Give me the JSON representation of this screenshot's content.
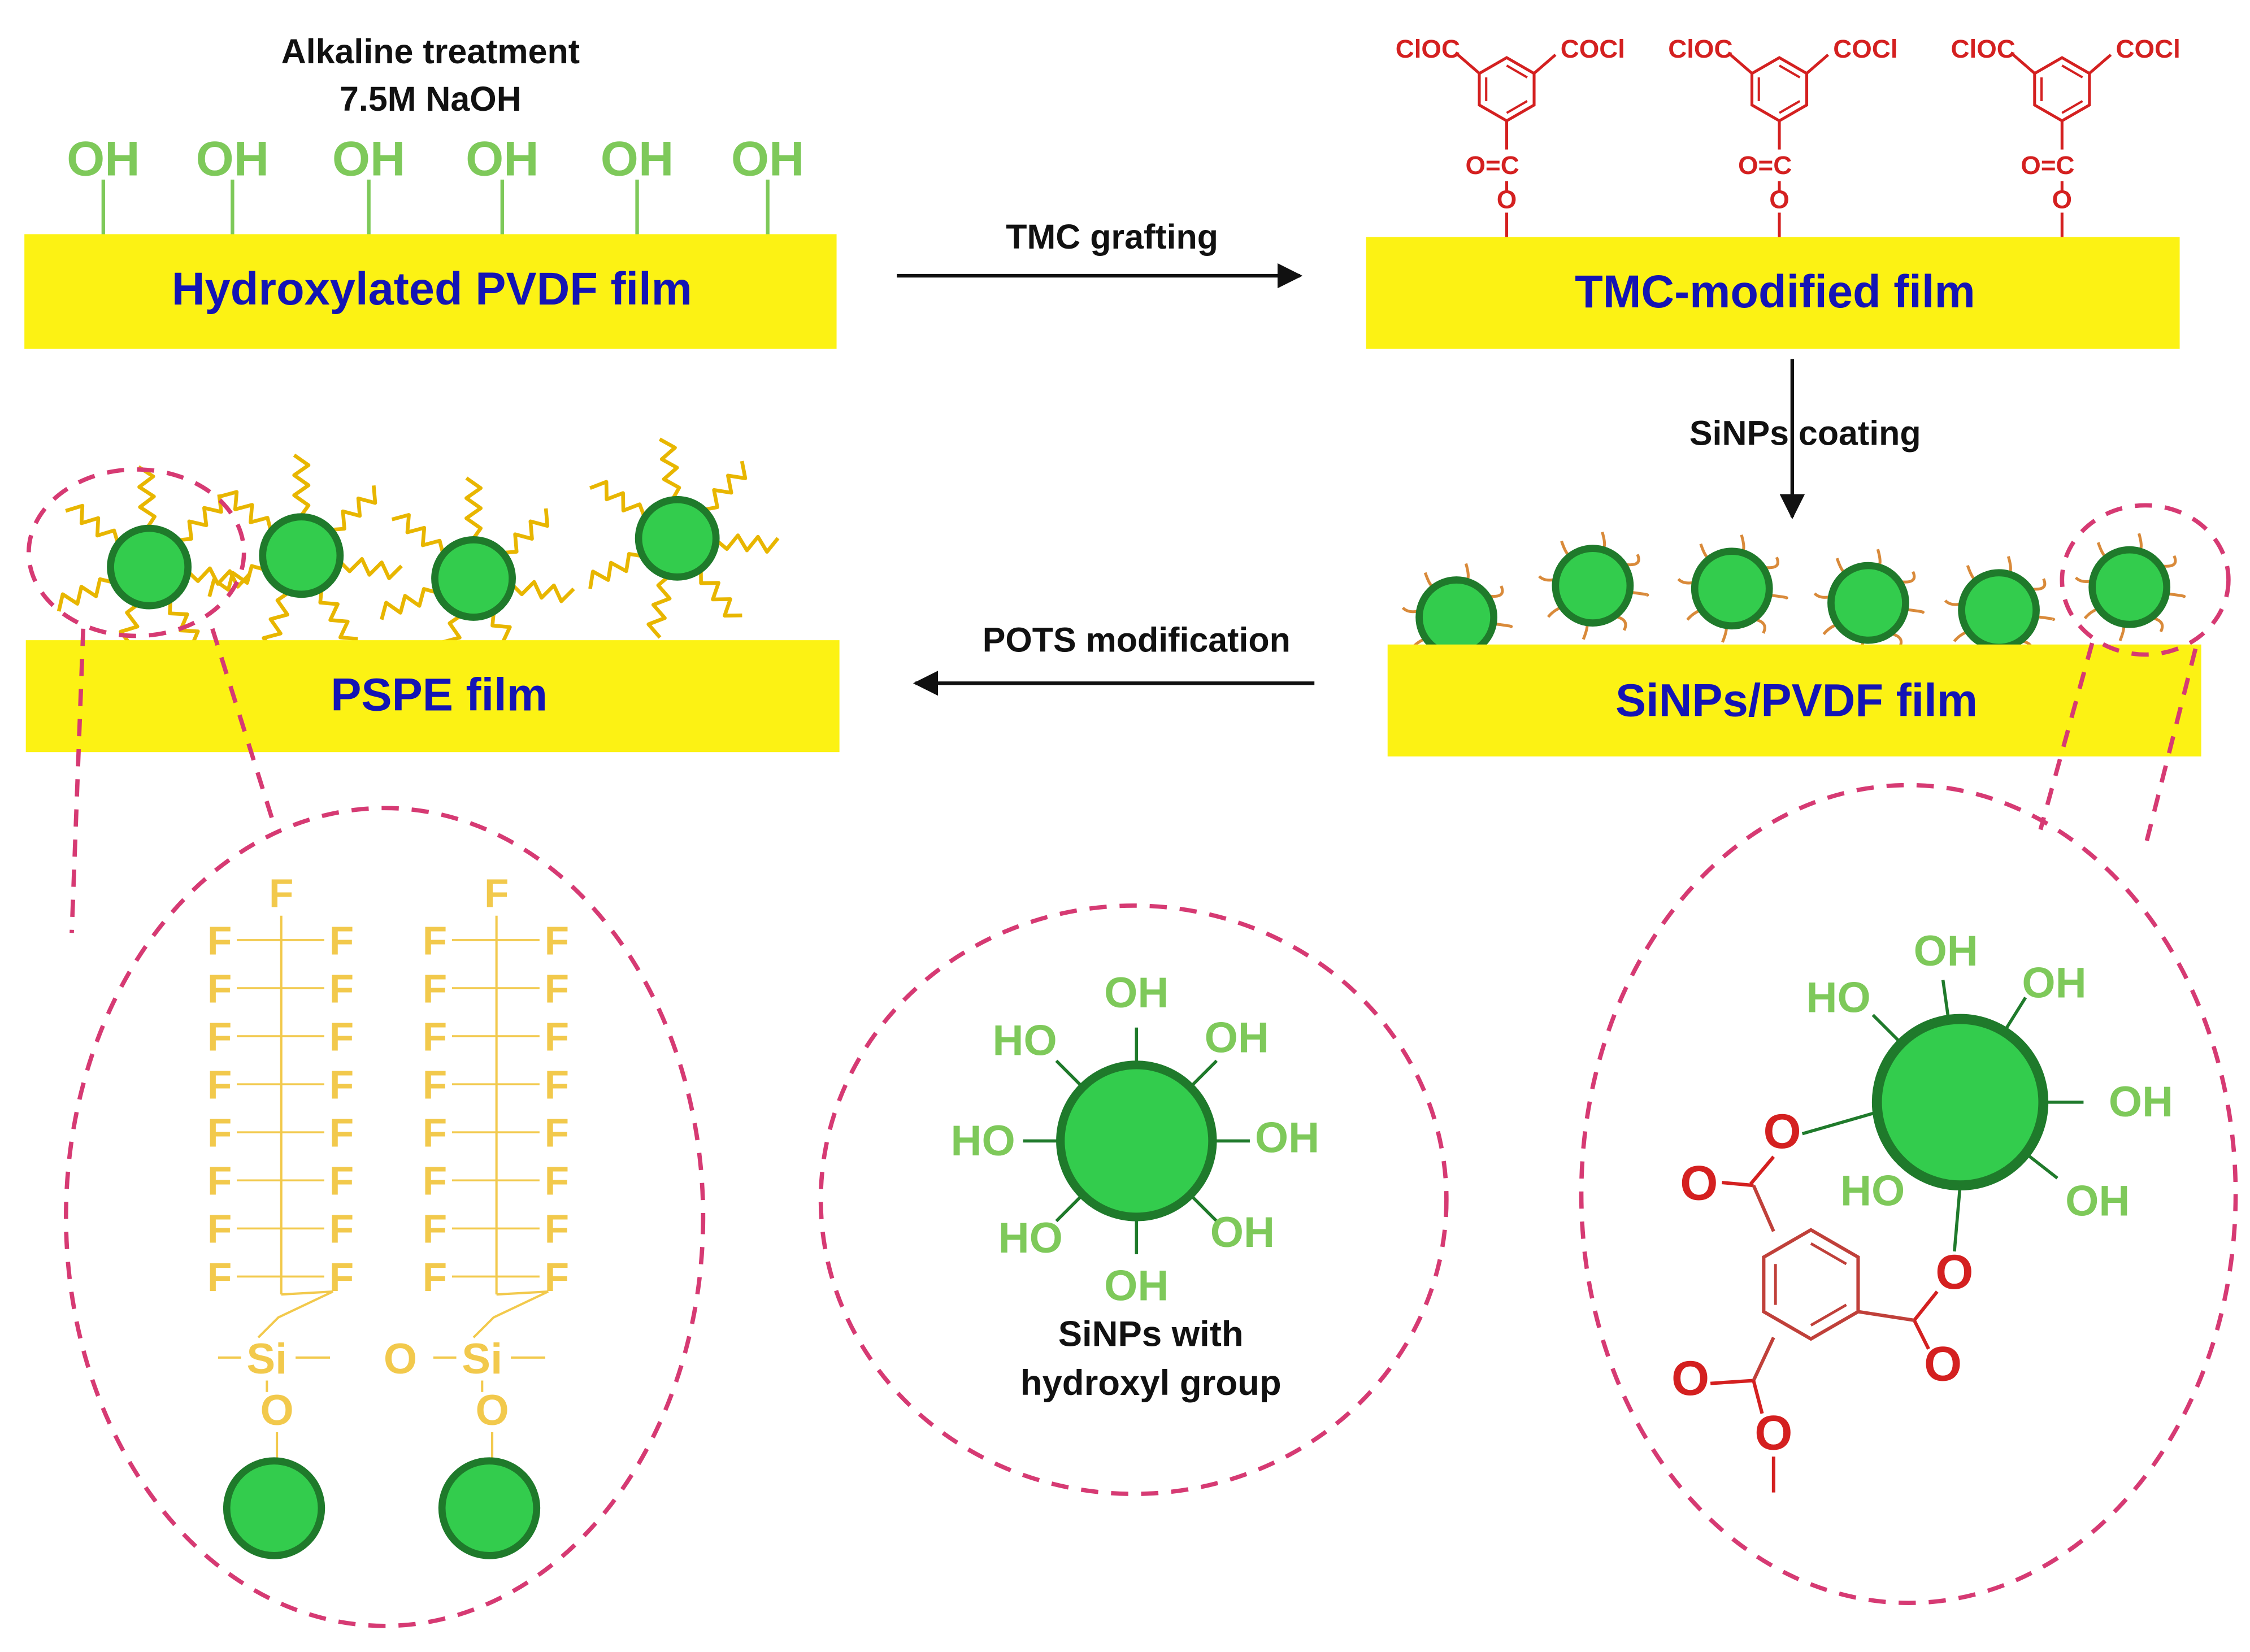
{
  "colors": {
    "film": "#fcf214",
    "film_text": "#1414b4",
    "particle_fill": "#33cc4d",
    "particle_stroke": "#1f7a2b",
    "hydroxyl_green": "#7ec95a",
    "tmc_red": "#d42020",
    "fluoro_yellow": "#f2c94c",
    "chain_yellow": "#e8b600",
    "dash_pink": "#d63a73",
    "arrow_black": "#111111"
  },
  "steps": {
    "alkaline": {
      "line1": "Alkaline treatment",
      "line2": "7.5M NaOH"
    },
    "tmc_grafting": "TMC grafting",
    "sinps_coating": "SiNPs coating",
    "pots_modification": "POTS modification"
  },
  "films": {
    "hydroxylated": "Hydroxylated PVDF film",
    "tmc": "TMC-modified film",
    "sinps_pvdf": "SiNPs/PVDF film",
    "pspe": "PSPE film"
  },
  "groups": {
    "oh": "OH",
    "ho": "HO",
    "cloc": "ClOC",
    "cocl": "COCl",
    "o": "O",
    "c": "C",
    "o_eq_c": "O=C",
    "f": "F",
    "si": "Si"
  },
  "captions": {
    "sinps_line1": "SiNPs with",
    "sinps_line2": "hydroxyl group"
  }
}
